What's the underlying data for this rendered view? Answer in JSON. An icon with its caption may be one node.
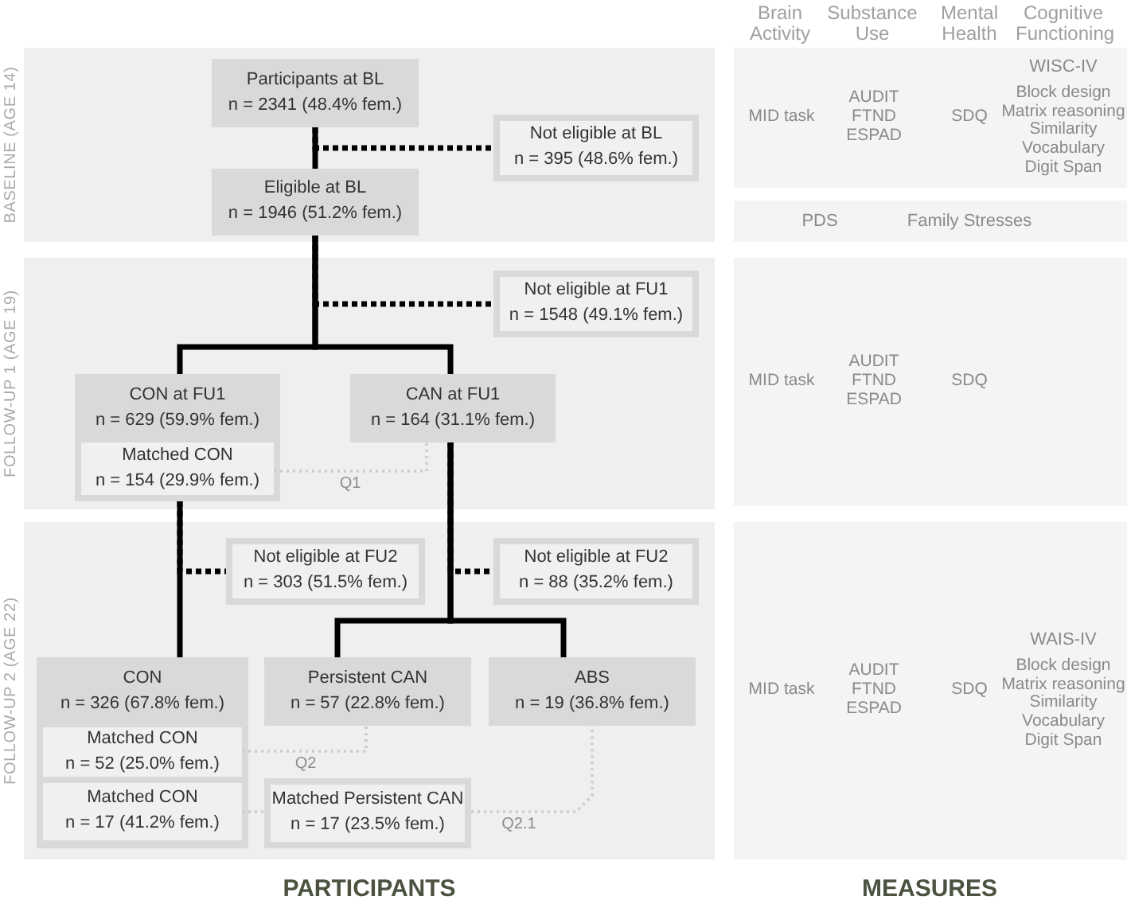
{
  "diagram": {
    "nodes": [
      {
        "text": [
          "BASELINE (AGE 14)"
        ]
      },
      {
        "text": [
          "Participants at BL",
          "n = 2341 (48.4% fem.)"
        ],
        "in": 0
      },
      {
        "text": [
          "Not eligible at BL",
          "n = 395 (48.6% fem.)"
        ],
        "in": 0
      },
      {
        "text": [
          "Eligible at BL",
          "n = 1946 (51.2% fem.)"
        ],
        "in": 0
      },
      {
        "text": [
          "FOLLOW-UP 1 (AGE 19)"
        ]
      },
      {
        "text": [
          "Not eligible at FU1",
          "n = 1548 (49.1% fem.)"
        ],
        "in": 4
      },
      {
        "text": [
          "CON at FU1",
          "n = 629 (59.9% fem.)"
        ],
        "in": 4
      },
      {
        "text": [
          "Matched CON",
          "n = 154 (29.9% fem.)"
        ],
        "in": 6
      },
      {
        "text": [
          "CAN at FU1",
          "n = 164 (31.1% fem.)"
        ],
        "in": 4
      },
      {
        "text": [
          "FOLLOW-UP 2 (AGE 22)"
        ]
      },
      {
        "text": [
          "Not eligible at FU2",
          "n = 303 (51.5% fem.)"
        ],
        "in": 9
      },
      {
        "text": [
          "Not eligible at FU2",
          "n = 88 (35.2% fem.)"
        ],
        "in": 9
      },
      {
        "text": [
          "CON",
          "n = 326 (67.8% fem.)"
        ],
        "in": 9
      },
      {
        "text": [
          "Matched CON",
          "n = 52 (25.0% fem.)"
        ],
        "in": 12
      },
      {
        "text": [
          "Matched CON",
          "n = 17 (41.2% fem.)"
        ],
        "in": 12
      },
      {
        "text": [
          "Persistent CAN",
          "n = 57 (22.8% fem.)"
        ],
        "in": 9
      },
      {
        "text": [
          "ABS",
          "n = 19 (36.8% fem.)"
        ],
        "in": 9
      },
      {
        "text": [
          "Matched Persistent CAN",
          "n = 17 (23.5% fem.)"
        ],
        "in": 9
      },
      {
        "text": [
          "MID task",
          "AUDIT",
          "FTND",
          "ESPAD",
          "SDQ",
          "WISC-IV",
          "Block design",
          "Matrix reasoning",
          "Similarity",
          "Vocabulary",
          "Digit Span"
        ]
      },
      {
        "text": [
          "PDS",
          "Family Stresses"
        ]
      },
      {
        "text": [
          "MID task",
          "AUDIT",
          "FTND",
          "ESPAD",
          "SDQ"
        ]
      },
      {
        "text": [
          "MID task",
          "AUDIT",
          "FTND",
          "ESPAD",
          "SDQ",
          "WAIS-IV",
          "Block design",
          "Matrix reasoning",
          "Similarity",
          "Vocabulary",
          "Digit Span"
        ]
      }
    ],
    "edges": [
      {
        "from": 1,
        "to": 3,
        "arrow": "none"
      },
      {
        "from": 1,
        "to": 2,
        "arrow": "none",
        "style": "dashed"
      },
      {
        "from": 3,
        "to": 6,
        "arrow": "none"
      },
      {
        "from": 3,
        "to": 8,
        "arrow": "none"
      },
      {
        "from": 3,
        "to": 5,
        "arrow": "none",
        "style": "dashed"
      },
      {
        "from": 7,
        "to": 8,
        "arrow": "none",
        "label": "Q1",
        "style": "dashed",
        "color": "#cccccc"
      },
      {
        "from": 6,
        "to": 12,
        "arrow": "none"
      },
      {
        "from": 6,
        "to": 10,
        "arrow": "none",
        "style": "dashed"
      },
      {
        "from": 8,
        "to": 15,
        "arrow": "none"
      },
      {
        "from": 8,
        "to": 16,
        "arrow": "none"
      },
      {
        "from": 8,
        "to": 11,
        "arrow": "none",
        "style": "dashed"
      },
      {
        "from": 13,
        "to": 15,
        "arrow": "none",
        "label": "Q2",
        "style": "dashed",
        "color": "#cccccc"
      },
      {
        "from": 14,
        "to": 17,
        "arrow": "none",
        "style": "dashed",
        "color": "#cccccc"
      },
      {
        "from": 17,
        "to": 16,
        "arrow": "none",
        "label": "Q2.1",
        "style": "dashed",
        "color": "#cccccc"
      }
    ],
    "labels": [
      "Brain Activity",
      "Substance Use",
      "Mental Health",
      "Cognitive Functioning",
      "PARTICIPANTS",
      "MEASURES"
    ]
  }
}
